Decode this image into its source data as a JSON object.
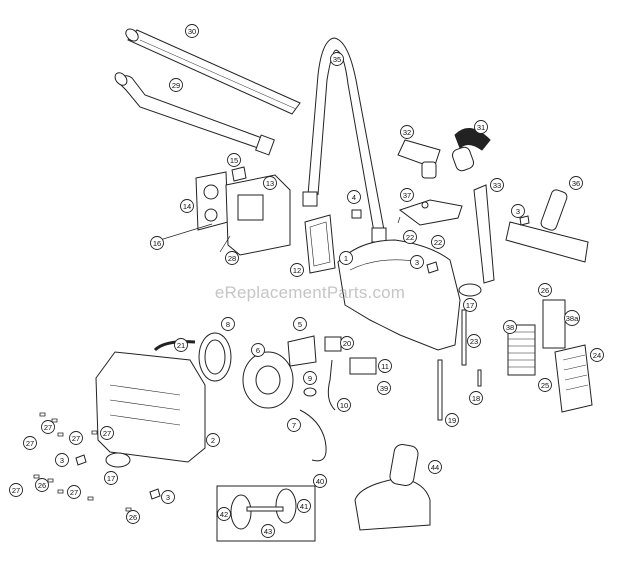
{
  "watermark": "eReplacementParts.com",
  "part_labels": [
    {
      "id": "30",
      "text": "30"
    },
    {
      "id": "29",
      "text": "29"
    },
    {
      "id": "35",
      "text": "35"
    },
    {
      "id": "32",
      "text": "32"
    },
    {
      "id": "31",
      "text": "31"
    },
    {
      "id": "15",
      "text": "15"
    },
    {
      "id": "13",
      "text": "13"
    },
    {
      "id": "14",
      "text": "14"
    },
    {
      "id": "16",
      "text": "16"
    },
    {
      "id": "28",
      "text": "28"
    },
    {
      "id": "12",
      "text": "12"
    },
    {
      "id": "4",
      "text": "4"
    },
    {
      "id": "37",
      "text": "37"
    },
    {
      "id": "22a",
      "text": "22"
    },
    {
      "id": "22b",
      "text": "22"
    },
    {
      "id": "33",
      "text": "33"
    },
    {
      "id": "36",
      "text": "36"
    },
    {
      "id": "1",
      "text": "1"
    },
    {
      "id": "3a",
      "text": "3"
    },
    {
      "id": "17a",
      "text": "17"
    },
    {
      "id": "3b",
      "text": "3"
    },
    {
      "id": "26a",
      "text": "26"
    },
    {
      "id": "38a",
      "text": "38a"
    },
    {
      "id": "38",
      "text": "38"
    },
    {
      "id": "24",
      "text": "24"
    },
    {
      "id": "25",
      "text": "25"
    },
    {
      "id": "8",
      "text": "8"
    },
    {
      "id": "5",
      "text": "5"
    },
    {
      "id": "21",
      "text": "21"
    },
    {
      "id": "6",
      "text": "6"
    },
    {
      "id": "20",
      "text": "20"
    },
    {
      "id": "11",
      "text": "11"
    },
    {
      "id": "23",
      "text": "23"
    },
    {
      "id": "9",
      "text": "9"
    },
    {
      "id": "39",
      "text": "39"
    },
    {
      "id": "18",
      "text": "18"
    },
    {
      "id": "10",
      "text": "10"
    },
    {
      "id": "7",
      "text": "7"
    },
    {
      "id": "19",
      "text": "19"
    },
    {
      "id": "2",
      "text": "2"
    },
    {
      "id": "27a",
      "text": "27"
    },
    {
      "id": "27b",
      "text": "27"
    },
    {
      "id": "27c",
      "text": "27"
    },
    {
      "id": "27d",
      "text": "27"
    },
    {
      "id": "3c",
      "text": "3"
    },
    {
      "id": "17b",
      "text": "17"
    },
    {
      "id": "27e",
      "text": "27"
    },
    {
      "id": "26b",
      "text": "26"
    },
    {
      "id": "27f",
      "text": "27"
    },
    {
      "id": "3d",
      "text": "3"
    },
    {
      "id": "26c",
      "text": "26"
    },
    {
      "id": "44",
      "text": "44"
    },
    {
      "id": "40",
      "text": "40"
    },
    {
      "id": "42",
      "text": "42"
    },
    {
      "id": "41",
      "text": "41"
    },
    {
      "id": "43",
      "text": "43"
    }
  ]
}
